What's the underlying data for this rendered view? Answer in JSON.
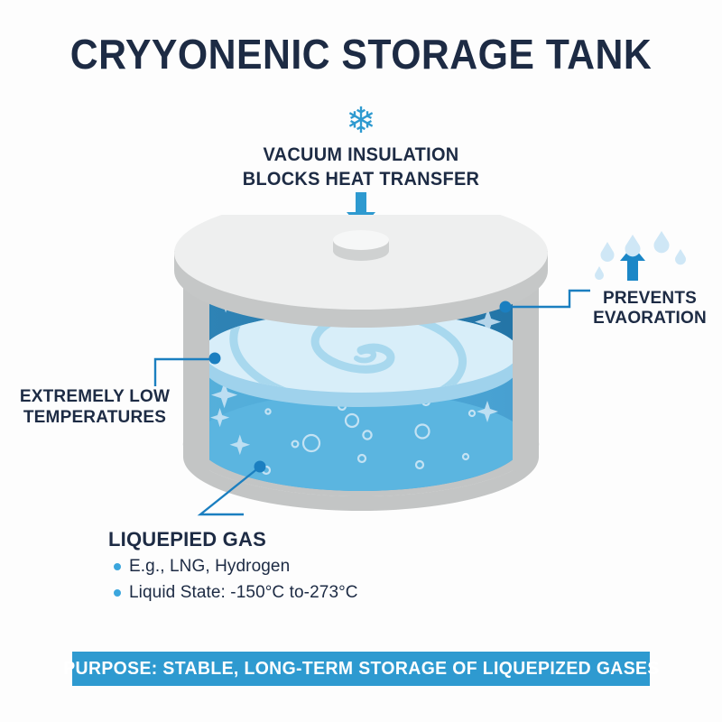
{
  "page": {
    "title": "CRYYONENIC STORAGE TANK",
    "background_color": "#fdfdfd",
    "accent_color": "#2e9ad0",
    "ink_color": "#1d2b44"
  },
  "top_callout": {
    "icon": "snowflake-icon",
    "icon_glyph": "❄",
    "line1": "VACUUM INSULATION",
    "line2": "BLOCKS HEAT TRANSFER",
    "arrow": "arrow-down-icon"
  },
  "right_callout": {
    "icon": "arrow-up-icon",
    "droplets": "water-droplet-icon",
    "line1": "PREVENTS",
    "line2": "EVAORATION"
  },
  "left_callout": {
    "line1": "EXTREMELY LOW",
    "line2": "TEMPERATURES"
  },
  "bottom_block": {
    "heading": "LIQUEPIED GAS",
    "bullets": [
      "E.g., LNG, Hydrogen",
      "Liquid State: -150°C to-273°C"
    ]
  },
  "banner": {
    "text": "PURPOSE: STABLE, LONG-TERM STORAGE OF LIQUEPIZED GASES",
    "background_color": "#2e9ad0",
    "text_color": "#ffffff"
  },
  "tank": {
    "name": "cryogenic-storage-tank-illustration",
    "shell_color": "#c9cbcb",
    "lid_top_color": "#eeefef",
    "lid_rim_color": "#c5c7c7",
    "cap_color": "#f6f7f7",
    "vapor_color": "#2a7cae",
    "surface_color": "#d8eef9",
    "swirl_color": "#a8d8ee",
    "liquid_color": "#4ea9d8",
    "floor_color": "#5bb5e0",
    "marker_color": "#1b7fc0"
  }
}
